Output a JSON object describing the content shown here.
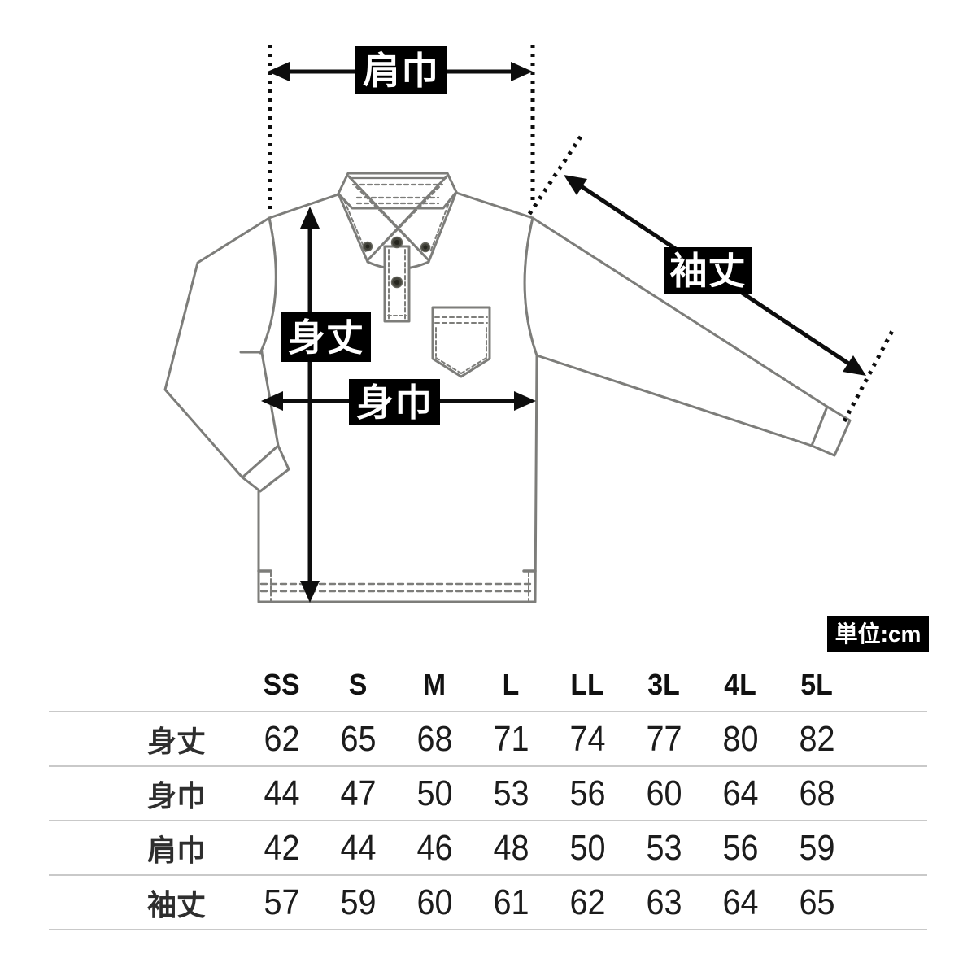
{
  "diagram": {
    "labels": {
      "shoulder_width": "肩巾",
      "body_length": "身丈",
      "body_width": "身巾",
      "sleeve_length": "袖丈"
    },
    "unit_note": "単位:cm",
    "colors": {
      "measure_black": "#000000",
      "label_text": "#ffffff",
      "garment_outline": "#7d7d7a",
      "table_divider": "#c9c9c9"
    }
  },
  "size_table": {
    "unit": "cm",
    "columns": [
      "SS",
      "S",
      "M",
      "L",
      "LL",
      "3L",
      "4L",
      "5L"
    ],
    "rows": [
      {
        "label": "身丈",
        "values": [
          "62",
          "65",
          "68",
          "71",
          "74",
          "77",
          "80",
          "82"
        ]
      },
      {
        "label": "身巾",
        "values": [
          "44",
          "47",
          "50",
          "53",
          "56",
          "60",
          "64",
          "68"
        ]
      },
      {
        "label": "肩巾",
        "values": [
          "42",
          "44",
          "46",
          "48",
          "50",
          "53",
          "56",
          "59"
        ]
      },
      {
        "label": "袖丈",
        "values": [
          "57",
          "59",
          "60",
          "61",
          "62",
          "63",
          "64",
          "65"
        ]
      }
    ]
  }
}
